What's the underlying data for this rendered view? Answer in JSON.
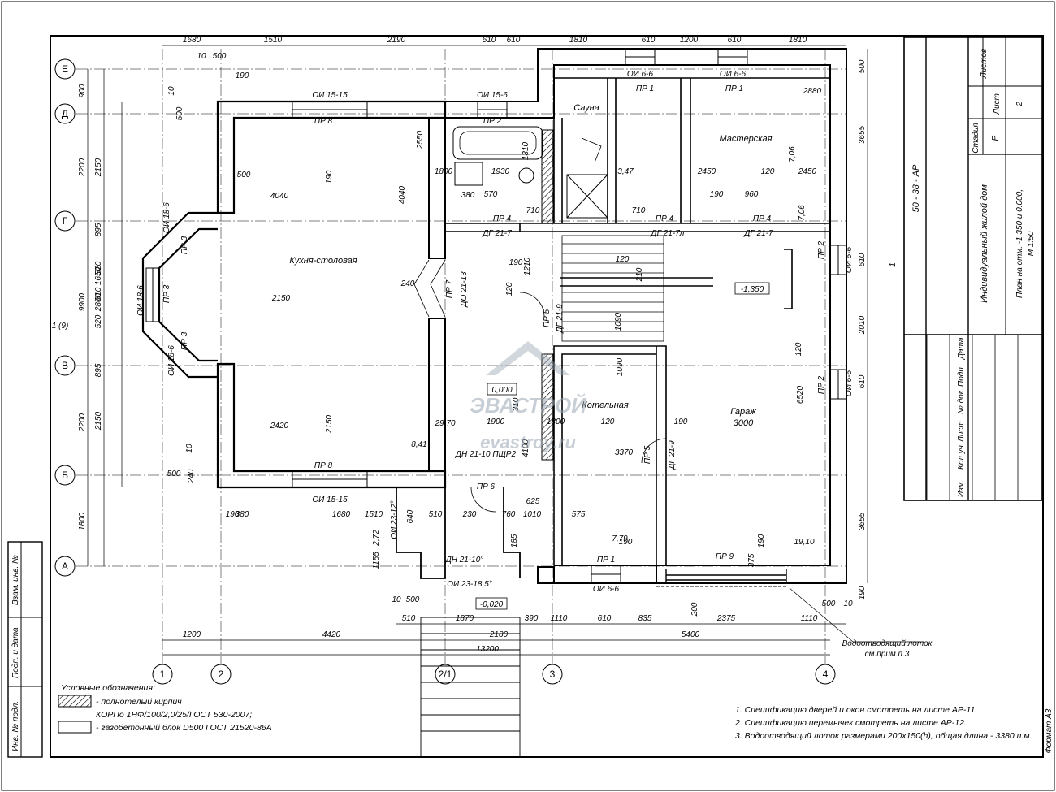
{
  "stamp": {
    "doc_code": "50 - 38 - АР",
    "project": "Индивидуальный жилой дом",
    "sheet_title": "План на отм. -1.350 и 0.000,",
    "scale": "М 1:50",
    "stage_header": "Стадия",
    "sheet_header": "Лист",
    "sheets_header": "Листов",
    "stage": "Р",
    "sheet": "2",
    "format": "Формат  А3",
    "change_headers": [
      "Изм.",
      "Кол.уч.",
      "Лист",
      "№ док.",
      "Подп.",
      "Дата"
    ]
  },
  "left_strip": [
    "Взам. инв. №",
    "Подп. и дата",
    "Инв. № подл."
  ],
  "axes": {
    "letters": [
      "Е",
      "Д",
      "Г",
      "В",
      "Б",
      "А"
    ],
    "numbers": [
      "1",
      "2",
      "2/1",
      "3",
      "4"
    ]
  },
  "rooms": [
    {
      "name": "Кухня-столовая"
    },
    {
      "name": "Сауна"
    },
    {
      "name": "Мастерская"
    },
    {
      "name": "Котельная"
    },
    {
      "name": "Гараж"
    },
    {
      "name": "3000"
    }
  ],
  "levels": [
    "-1,350",
    "0,000",
    "-0,020"
  ],
  "labels": {
    "oi_15_15_top": "ОИ 15-15",
    "oi_15_6": "ОИ 15-6",
    "oi_6_6_a": "ОИ 6-6",
    "oi_6_6_b": "ОИ 6-6",
    "pr8_top": "ПР 8",
    "pr2_top": "ПР 2",
    "pr1_a": "ПР 1",
    "pr1_b": "ПР 1",
    "pr4_a": "ПР 4",
    "pr4_b": "ПР 4",
    "pr4_c": "ПР 4",
    "dg21_7a": "ДГ 21-7",
    "dg21_7l": "ДГ 21-7л",
    "dg21_7b": "ДГ 21-7",
    "pr7": "ПР 7",
    "do21_13": "ДО 21-13",
    "pr5_a": "ПР 5",
    "dg21_9a": "ДГ 21-9",
    "pr5_b": "ПР 5",
    "dg21_9b": "ДГ 21-9",
    "pr8_bot": "ПР 8",
    "oi_15_15_bot": "ОИ 15-15",
    "pr6": "ПР 6",
    "dn21_10": "ДН 21-10 ПЩР2",
    "oi23_12": "ОИ 23-12°",
    "dn21_10b": "ДН 21-10°",
    "oi23_18": "ОИ 23-18,5°",
    "pr1_bot": "ПР 1",
    "oi6_6_bot": "ОИ 6-6",
    "pr9": "ПР 9",
    "pr2_r1": "ПР 2",
    "oi6_6_r1": "ОИ 6-6",
    "pr2_r2": "ПР 2",
    "oi6_6_r2": "ОИ 6-6",
    "oi18_6a": "ОИ 18-6",
    "oi18_6b": "ОИ 18-6",
    "oi18_6c": "ОИ 18-6",
    "pr3_a": "ПР 3",
    "pr3_b": "ПР 3",
    "pr3_c": "ПР 3",
    "tray": "Водоотводящий лоток",
    "tray_ref": "см.прим.п.3",
    "section_mark": "1 (9)",
    "section_mark_r": "1"
  },
  "dims_top": [
    "1680",
    "1510",
    "2190",
    "610",
    "610",
    "1810",
    "610",
    "1200",
    "610",
    "1810"
  ],
  "dims_bottom_a": [
    "510",
    "1870",
    "390",
    "1110",
    "610",
    "835",
    "2375",
    "1110"
  ],
  "dims_bottom_b": [
    "1200",
    "4420",
    "2180",
    "5400"
  ],
  "dims_bottom_total": "13200",
  "dims_left_outer": [
    "900",
    "2200",
    "9900",
    "2200",
    "1800"
  ],
  "dims_left_inner": [
    "2150",
    "895",
    "2800",
    "1650",
    "610",
    "520",
    "520",
    "895",
    "2150"
  ],
  "dims_right": [
    "500",
    "3655",
    "610",
    "2010",
    "610",
    "3655",
    "190"
  ],
  "dims_misc": [
    "10",
    "500",
    "190",
    "10",
    "500",
    "500",
    "190",
    "4040",
    "2150",
    "2420",
    "2150",
    "4040",
    "2550",
    "240",
    "1310",
    "1930",
    "1800",
    "380",
    "570",
    "710",
    "3,47",
    "2450",
    "120",
    "2450",
    "190",
    "960",
    "710",
    "7,06",
    "7,06",
    "2880",
    "190",
    "1210",
    "120",
    "210",
    "120",
    "1090",
    "1090",
    "120",
    "6520",
    "190",
    "120",
    "1900",
    "1800",
    "310",
    "3370",
    "4100",
    "8,41",
    "29,70",
    "380",
    "190",
    "1680",
    "1510",
    "640",
    "510",
    "230",
    "760",
    "1010",
    "625",
    "185",
    "2,72",
    "1155",
    "575",
    "190",
    "7,79",
    "190",
    "19,10",
    "375",
    "200",
    "10",
    "500",
    "10",
    "500",
    "10",
    "240",
    "500"
  ],
  "legend": {
    "title": "Условные обозначения:",
    "item1_line1": "- полнотелый кирпич",
    "item1_line2": "КОРПо 1НФ/100/2,0/25/ГОСТ 530-2007;",
    "item2": "- газобетонный блок D500 ГОСТ 21520-86А"
  },
  "notes": [
    "1. Спецификацию дверей и окон смотреть на листе АР-11.",
    "2. Спецификацию перемычек смотреть на листе АР-12.",
    "3. Водоотводящий лоток размерами 200х150(h), общая длина - 3380 п.м."
  ],
  "watermark": {
    "brand": "ЭВАСТРОЙ",
    "site": "evastroy.ru"
  }
}
